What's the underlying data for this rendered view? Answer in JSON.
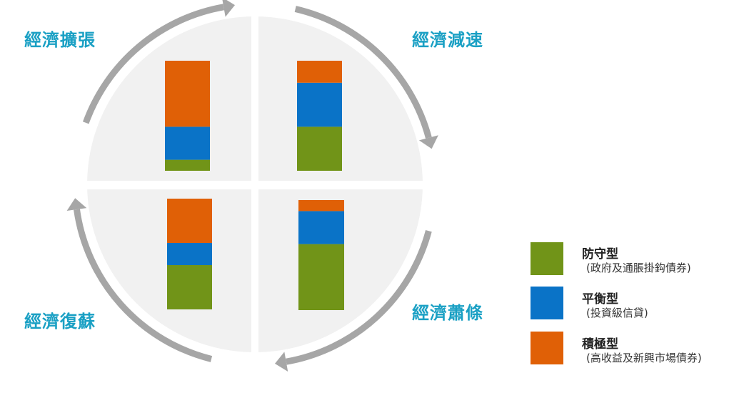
{
  "colors": {
    "defensive": "#719418",
    "balanced": "#0a73c7",
    "aggressive": "#e06006",
    "label": "#1aa0c4",
    "arrow": "#a6a6a6",
    "quadrant": "#f1f1f1"
  },
  "phases": {
    "expansion": "經濟擴張",
    "slowdown": "經濟減速",
    "recession": "經濟蕭條",
    "recovery": "經濟復蘇"
  },
  "allocation": {
    "type": "stacked-bar",
    "series_order": [
      "defensive",
      "balanced",
      "aggressive"
    ],
    "quadrants": [
      {
        "phase": "expansion",
        "defensive": 10,
        "balanced": 30,
        "aggressive": 60
      },
      {
        "phase": "slowdown",
        "defensive": 40,
        "balanced": 40,
        "aggressive": 20
      },
      {
        "phase": "recovery",
        "defensive": 40,
        "balanced": 20,
        "aggressive": 40
      },
      {
        "phase": "recession",
        "defensive": 60,
        "balanced": 30,
        "aggressive": 10
      }
    ]
  },
  "legend": [
    {
      "key": "defensive",
      "title": "防守型",
      "desc": "(政府及通脹掛鈎債券)"
    },
    {
      "key": "balanced",
      "title": "平衡型",
      "desc": "(投資級信貸)"
    },
    {
      "key": "aggressive",
      "title": "積極型",
      "desc": "(高收益及新興市場債券)"
    }
  ]
}
